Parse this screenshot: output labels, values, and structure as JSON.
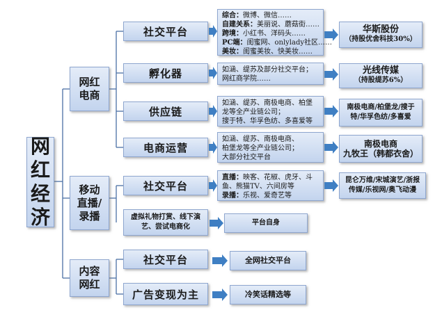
{
  "root": [
    "网",
    "红",
    "经",
    "济"
  ],
  "groups": [
    {
      "label": [
        "网红",
        "电商"
      ],
      "rows": [
        {
          "title": "社交平台",
          "detail": [
            {
              "k": "综合：",
              "v": "微博、微信……"
            },
            {
              "k": "自建关系：",
              "v": "美丽说、蘑菇街……"
            },
            {
              "k": "跨境：",
              "v": "小红书、洋码头……"
            },
            {
              "k": "PC端：",
              "v": "闺蜜网、onlylady社区……"
            },
            {
              "k": "美妆：",
              "v": "闺蜜美妆、快美妆……"
            }
          ],
          "result": {
            "main": "华斯股份",
            "sub": "（持股优舍科技30%）"
          }
        },
        {
          "title": "孵化器",
          "detail": [
            {
              "k": "",
              "v": "如涵、缇苏及部分社交平台；"
            },
            {
              "k": "",
              "v": "网红商学院……"
            }
          ],
          "result": {
            "main": "光线传媒",
            "sub": "（持股缇苏6%）"
          }
        },
        {
          "title": "供应链",
          "detail": [
            {
              "k": "",
              "v": "如涵、缇苏、南极电商、柏堡"
            },
            {
              "k": "",
              "v": "龙等全产业链公司；"
            },
            {
              "k": "",
              "v": "搜于特、华孚色纺、多喜爱等"
            }
          ],
          "result": {
            "lines": [
              "南极电商/柏堡龙/搜于",
              "特/华孚色纺/多喜爱"
            ]
          }
        },
        {
          "title": "电商运营",
          "detail": [
            {
              "k": "",
              "v": "如涵、缇苏、南极电商、"
            },
            {
              "k": "",
              "v": "柏堡龙等全产业链公司；"
            },
            {
              "k": "",
              "v": "大部分社交平台"
            }
          ],
          "result": {
            "lines": [
              "南极电商",
              "九牧王（韩都衣舍）"
            ],
            "big": true
          }
        }
      ]
    },
    {
      "label": [
        "移动",
        "直播/",
        "录播"
      ],
      "rows": [
        {
          "title": "社交平台",
          "detail": [
            {
              "k": "直播：",
              "v": "映客、花椒、虎牙、斗"
            },
            {
              "k": "",
              "v": "鱼、熊猫TV、六间房等"
            },
            {
              "k": "录播：",
              "v": "乐视、爱奇艺等"
            }
          ],
          "result": {
            "lines": [
              "昆仑万维/宋城演艺/浙报",
              "传媒/乐视网/奥飞动漫"
            ]
          }
        },
        {
          "title": "虚拟礼物打赏、线下演艺、尝试电商化",
          "title_lines": [
            "虚拟礼物打赏、线下演",
            "艺、尝试电商化"
          ],
          "result": {
            "lines": [
              "平台自身"
            ]
          }
        }
      ]
    },
    {
      "label": [
        "内容",
        "网红"
      ],
      "rows": [
        {
          "title": "社交平台",
          "result": {
            "lines": [
              "全网社交平台"
            ]
          }
        },
        {
          "title": "广告变现为主",
          "result": {
            "lines": [
              "冷笑话精选等"
            ]
          }
        }
      ]
    }
  ],
  "colors": {
    "arrow": "#3f7fc3",
    "line": "#4a6fa5",
    "box_top": "#e4ecf8",
    "box_bottom": "#c3d4ee"
  }
}
